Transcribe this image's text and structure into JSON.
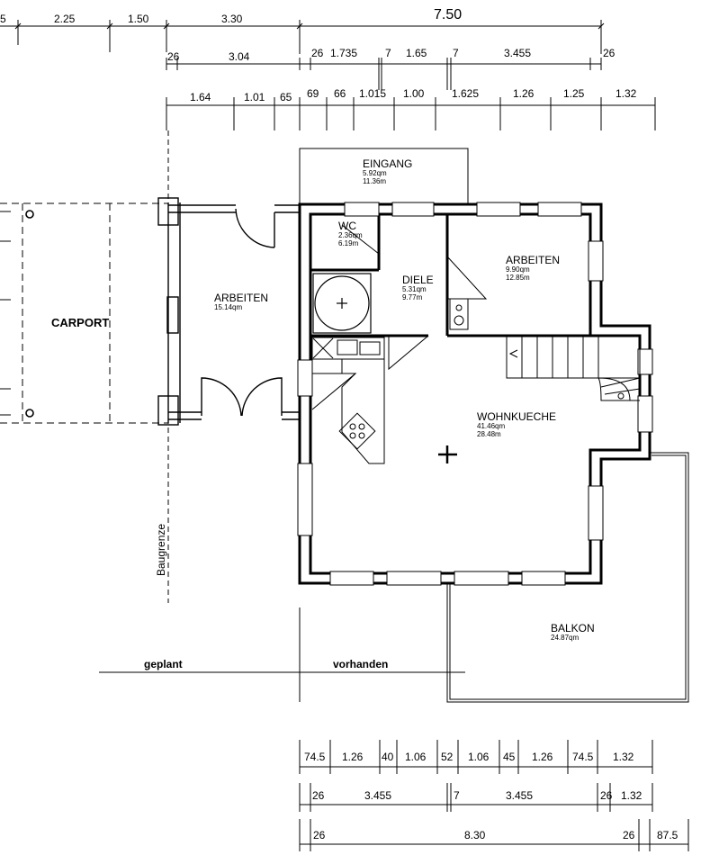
{
  "dimensions": {
    "top_row1": [
      "5",
      "2.25",
      "1.50",
      "3.30",
      "7.50"
    ],
    "top_row2": [
      "26",
      "3.04",
      "26",
      "1.735",
      "7",
      "1.65",
      "7",
      "3.455",
      "26"
    ],
    "top_row3": [
      "1.64",
      "1.01",
      "65",
      "69",
      "66",
      "1.015",
      "1.00",
      "1.625",
      "1.26",
      "1.25",
      "1.32"
    ],
    "bottom_row1": [
      "74.5",
      "1.26",
      "40",
      "1.06",
      "52",
      "1.06",
      "45",
      "1.26",
      "74.5",
      "1.32"
    ],
    "bottom_row2": [
      "26",
      "3.455",
      "7",
      "3.455",
      "26",
      "1.32"
    ],
    "bottom_row3": [
      "26",
      "8.30",
      "26",
      "87.5"
    ]
  },
  "rooms": {
    "eingang": {
      "name": "EINGANG",
      "area1": "5.92qm",
      "area2": "11.36m"
    },
    "wc": {
      "name": "WC",
      "area1": "2.36qm",
      "area2": "6.19m"
    },
    "diele": {
      "name": "DIELE",
      "area1": "5.31qm",
      "area2": "9.77m"
    },
    "arbeiten_right": {
      "name": "ARBEITEN",
      "area1": "9.90qm",
      "area2": "12.85m"
    },
    "arbeiten_left": {
      "name": "ARBEITEN",
      "area1": "15.14qm"
    },
    "wohnkueche": {
      "name": "WOHNKUECHE",
      "area1": "41.46qm",
      "area2": "28.48m"
    },
    "balkon": {
      "name": "BALKON",
      "area1": "24.87qm"
    }
  },
  "labels": {
    "carport": "CARPORT",
    "baugrenze": "Baugrenze",
    "geplant": "geplant",
    "vorhanden": "vorhanden"
  }
}
